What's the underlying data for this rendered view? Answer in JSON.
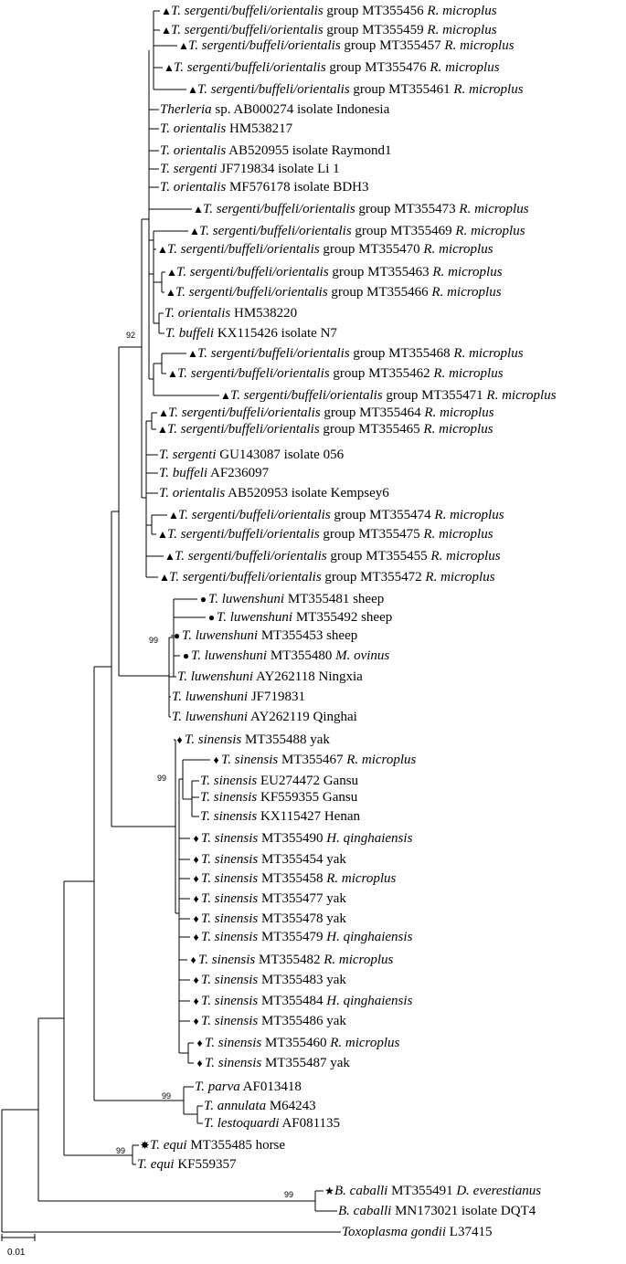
{
  "markers": {
    "triangle": "▲",
    "circle": "●",
    "diamond": "♦",
    "asterisk": "✸",
    "star": "★"
  },
  "bootstrap": {
    "b1": "92",
    "b2": "99",
    "b3": "99",
    "b4": "99",
    "b5": "99",
    "b6": "99"
  },
  "scale_bar": {
    "label": "0.01"
  },
  "taxa": [
    {
      "marker": "triangle",
      "species": "T. sergenti/buffeli/orientalis",
      "rest": " group MT355456 ",
      "host": "R. microplus"
    },
    {
      "marker": "triangle",
      "species": "T. sergenti/buffeli/orientalis",
      "rest": " group MT355459 ",
      "host": "R. microplus"
    },
    {
      "marker": "triangle",
      "species": "T. sergenti/buffeli/orientalis",
      "rest": " group MT355457 ",
      "host": "R. microplus"
    },
    {
      "marker": "triangle",
      "species": "T. sergenti/buffeli/orientalis",
      "rest": " group MT355476 ",
      "host": "R. microplus"
    },
    {
      "marker": "triangle",
      "species": "T. sergenti/buffeli/orientalis",
      "rest": " group MT355461 ",
      "host": "R. microplus"
    },
    {
      "marker": "",
      "species": "Therleria",
      "rest": " sp. AB000274 isolate Indonesia",
      "host": ""
    },
    {
      "marker": "",
      "species": "T. orientalis",
      "rest": " HM538217",
      "host": ""
    },
    {
      "marker": "",
      "species": "T. orientalis",
      "rest": " AB520955 isolate Raymond1",
      "host": ""
    },
    {
      "marker": "",
      "species": "T. sergenti",
      "rest": " JF719834 isolate Li 1",
      "host": ""
    },
    {
      "marker": "",
      "species": "T. orientalis",
      "rest": " MF576178 isolate BDH3",
      "host": ""
    },
    {
      "marker": "triangle",
      "species": "T. sergenti/buffeli/orientalis",
      "rest": " group MT355473 ",
      "host": "R. microplus"
    },
    {
      "marker": "triangle",
      "species": "T. sergenti/buffeli/orientalis",
      "rest": " group MT355469 ",
      "host": "R. microplus"
    },
    {
      "marker": "triangle",
      "species": "T. sergenti/buffeli/orientalis",
      "rest": " group MT355470 ",
      "host": "R. microplus"
    },
    {
      "marker": "triangle",
      "species": "T. sergenti/buffeli/orientalis",
      "rest": " group MT355463 ",
      "host": "R. microplus"
    },
    {
      "marker": "triangle",
      "species": "T. sergenti/buffeli/orientalis",
      "rest": " group MT355466 ",
      "host": "R. microplus"
    },
    {
      "marker": "",
      "species": "T. orientalis",
      "rest": " HM538220",
      "host": ""
    },
    {
      "marker": "",
      "species": "T. buffeli",
      "rest": " KX115426 isolate N7",
      "host": ""
    },
    {
      "marker": "triangle",
      "species": "T. sergenti/buffeli/orientalis",
      "rest": " group MT355468 ",
      "host": "R. microplus"
    },
    {
      "marker": "triangle",
      "species": "T. sergenti/buffeli/orientalis",
      "rest": " group MT355462 ",
      "host": "R. microplus"
    },
    {
      "marker": "triangle",
      "species": "T. sergenti/buffeli/orientalis",
      "rest": " group MT355471 ",
      "host": "R. microplus"
    },
    {
      "marker": "triangle",
      "species": "T. sergenti/buffeli/orientalis",
      "rest": " group MT355464 ",
      "host": "R. microplus"
    },
    {
      "marker": "triangle",
      "species": "T. sergenti/buffeli/orientalis",
      "rest": " group MT355465 ",
      "host": "R. microplus"
    },
    {
      "marker": "",
      "species": "T. sergenti",
      "rest": " GU143087 isolate 056",
      "host": ""
    },
    {
      "marker": "",
      "species": "T. buffeli",
      "rest": " AF236097",
      "host": ""
    },
    {
      "marker": "",
      "species": "T. orientalis",
      "rest": " AB520953 isolate Kempsey6",
      "host": ""
    },
    {
      "marker": "triangle",
      "species": "T. sergenti/buffeli/orientalis",
      "rest": " group MT355474 ",
      "host": "R. microplus"
    },
    {
      "marker": "triangle",
      "species": "T. sergenti/buffeli/orientalis",
      "rest": " group MT355475 ",
      "host": "R. microplus"
    },
    {
      "marker": "triangle",
      "species": "T. sergenti/buffeli/orientalis",
      "rest": " group MT355455 ",
      "host": "R. microplus"
    },
    {
      "marker": "triangle",
      "species": "T. sergenti/buffeli/orientalis",
      "rest": " group MT355472 ",
      "host": "R. microplus"
    },
    {
      "marker": "circle",
      "species": "T. luwenshuni",
      "rest": " MT355481 sheep",
      "host": ""
    },
    {
      "marker": "circle",
      "species": "T. luwenshuni",
      "rest": " MT355492 sheep",
      "host": ""
    },
    {
      "marker": "circle",
      "species": "T. luwenshuni",
      "rest": " MT355453 sheep",
      "host": ""
    },
    {
      "marker": "circle",
      "species": "T. luwenshuni",
      "rest": " MT355480 ",
      "host": "M. ovinus"
    },
    {
      "marker": "",
      "species": "T. luwenshuni",
      "rest": " AY262118 Ningxia",
      "host": ""
    },
    {
      "marker": "",
      "species": "T. luwenshuni",
      "rest": " JF719831",
      "host": ""
    },
    {
      "marker": "",
      "species": "T. luwenshuni",
      "rest": " AY262119 Qinghai",
      "host": ""
    },
    {
      "marker": "diamond",
      "species": "T. sinensis",
      "rest": " MT355488 yak",
      "host": ""
    },
    {
      "marker": "diamond",
      "species": "T. sinensis",
      "rest": " MT355467 ",
      "host": "R. microplus"
    },
    {
      "marker": "",
      "species": "T. sinensis",
      "rest": " EU274472 Gansu",
      "host": ""
    },
    {
      "marker": "",
      "species": "T. sinensis",
      "rest": " KF559355 Gansu",
      "host": ""
    },
    {
      "marker": "",
      "species": "T. sinensis",
      "rest": " KX115427 Henan",
      "host": ""
    },
    {
      "marker": "diamond",
      "species": "T. sinensis",
      "rest": " MT355490 ",
      "host": "H. qinghaiensis"
    },
    {
      "marker": "diamond",
      "species": "T. sinensis",
      "rest": " MT355454 yak",
      "host": ""
    },
    {
      "marker": "diamond",
      "species": "T. sinensis",
      "rest": " MT355458 ",
      "host": "R. microplus"
    },
    {
      "marker": "diamond",
      "species": "T. sinensis",
      "rest": " MT355477 yak",
      "host": ""
    },
    {
      "marker": "diamond",
      "species": "T. sinensis",
      "rest": " MT355478 yak",
      "host": ""
    },
    {
      "marker": "diamond",
      "species": "T. sinensis",
      "rest": " MT355479 ",
      "host": "H. qinghaiensis"
    },
    {
      "marker": "diamond",
      "species": "T. sinensis",
      "rest": " MT355482 ",
      "host": "R. microplus"
    },
    {
      "marker": "diamond",
      "species": "T. sinensis",
      "rest": " MT355483 yak",
      "host": ""
    },
    {
      "marker": "diamond",
      "species": "T. sinensis",
      "rest": " MT355484 ",
      "host": "H. qinghaiensis"
    },
    {
      "marker": "diamond",
      "species": "T. sinensis",
      "rest": " MT355486 yak",
      "host": ""
    },
    {
      "marker": "diamond",
      "species": "T. sinensis",
      "rest": " MT355460 ",
      "host": "R. microplus"
    },
    {
      "marker": "diamond",
      "species": "T. sinensis",
      "rest": " MT355487 yak",
      "host": ""
    },
    {
      "marker": "",
      "species": "T. parva",
      "rest": " AF013418",
      "host": ""
    },
    {
      "marker": "",
      "species": "T. annulata",
      "rest": " M64243",
      "host": ""
    },
    {
      "marker": "",
      "species": "T. lestoquardi",
      "rest": " AF081135",
      "host": ""
    },
    {
      "marker": "asterisk",
      "species": "T. equi",
      "rest": " MT355485 horse",
      "host": ""
    },
    {
      "marker": "",
      "species": "T. equi",
      "rest": " KF559357",
      "host": ""
    },
    {
      "marker": "star",
      "species": "B. caballi",
      "rest": "  MT355491 ",
      "host": "D. everestianus"
    },
    {
      "marker": "",
      "species": "B. caballi",
      "rest": " MN173021 isolate DQT4",
      "host": ""
    },
    {
      "marker": "",
      "species": "Toxoplasma gondii",
      "rest": " L37415",
      "host": ""
    }
  ]
}
